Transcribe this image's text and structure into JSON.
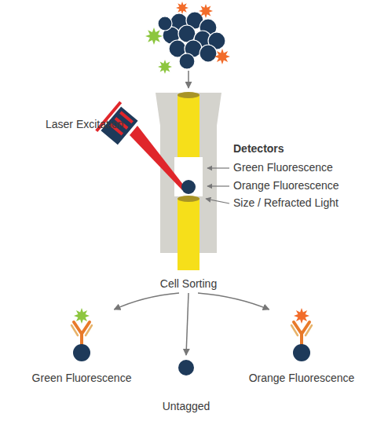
{
  "diagram": {
    "nodes": [
      {
        "text": [
          "Cell Sorting"
        ]
      },
      {
        "text": [
          "Green Fluorescence"
        ]
      },
      {
        "text": [
          "Untagged"
        ]
      },
      {
        "text": [
          "Orange Fluorescence"
        ]
      }
    ],
    "edges": [
      {
        "from": 0,
        "to": 1,
        "arrow": "to"
      },
      {
        "from": 0,
        "to": 2,
        "arrow": "to"
      },
      {
        "from": 0,
        "to": 3,
        "arrow": "to"
      }
    ],
    "labels": [
      "Laser Excitation",
      "Detectors",
      "Green Fluorescence",
      "Orange Fluorescence",
      "Size / Refracted Light"
    ]
  }
}
